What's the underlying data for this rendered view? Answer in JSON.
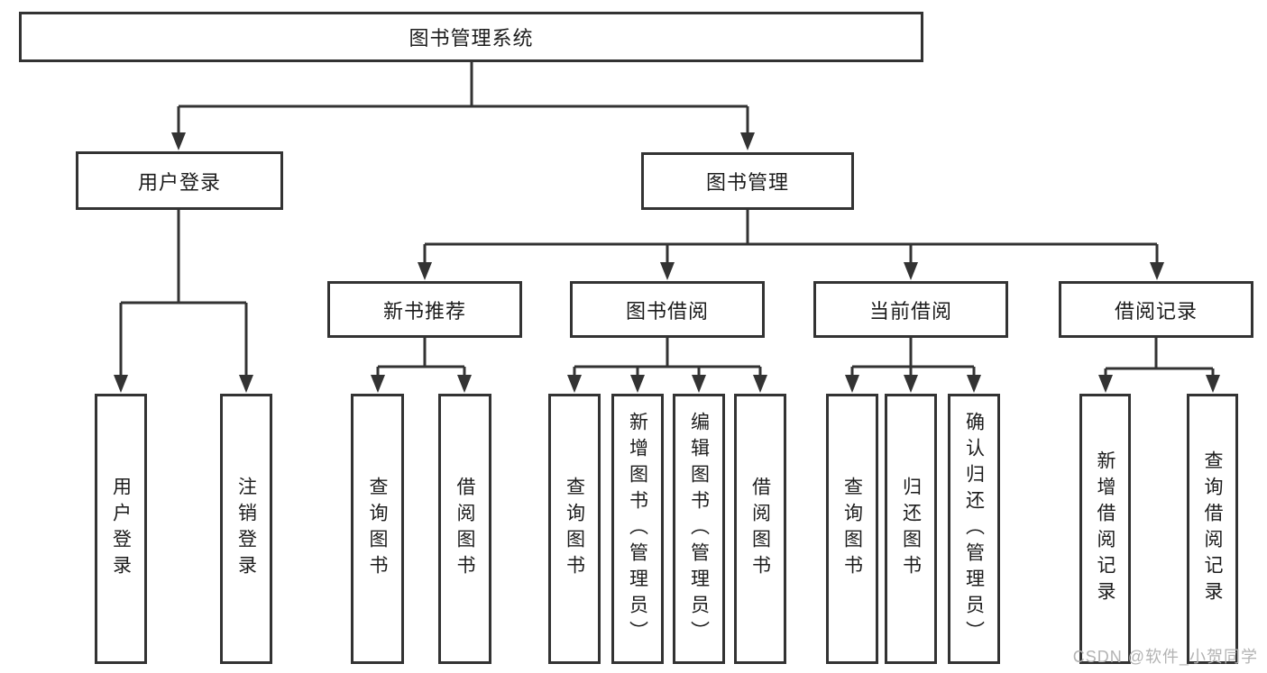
{
  "nodes": {
    "root": {
      "label": "图书管理系统"
    },
    "user_login": {
      "label": "用户登录"
    },
    "book_management": {
      "label": "图书管理"
    },
    "new_book_recommend": {
      "label": "新书推荐"
    },
    "book_borrow": {
      "label": "图书借阅"
    },
    "current_borrow": {
      "label": "当前借阅"
    },
    "borrow_records": {
      "label": "借阅记录"
    },
    "leaf_user_login": {
      "label": "用户登录"
    },
    "leaf_logout": {
      "label": "注销登录"
    },
    "leaf_query_books_recommend": {
      "label": "查询图书"
    },
    "leaf_borrow_books_recommend": {
      "label": "借阅图书"
    },
    "leaf_query_books_borrow": {
      "label": "查询图书"
    },
    "leaf_add_book_admin": {
      "label": "新增图书（管理员）"
    },
    "leaf_edit_book_admin": {
      "label": "编辑图书（管理员）"
    },
    "leaf_borrow_books": {
      "label": "借阅图书"
    },
    "leaf_query_books_current": {
      "label": "查询图书"
    },
    "leaf_return_book": {
      "label": "归还图书"
    },
    "leaf_confirm_return_admin": {
      "label": "确认归还（管理员）"
    },
    "leaf_add_borrow_record": {
      "label": "新增借阅记录"
    },
    "leaf_query_borrow_record": {
      "label": "查询借阅记录"
    }
  },
  "watermark": {
    "text": "CSDN @软件_小贺同学"
  },
  "colors": {
    "line": "#333333",
    "border": "#333333",
    "text": "#1c1c1c",
    "watermark": "#b3b3b3",
    "background": "#ffffff"
  }
}
